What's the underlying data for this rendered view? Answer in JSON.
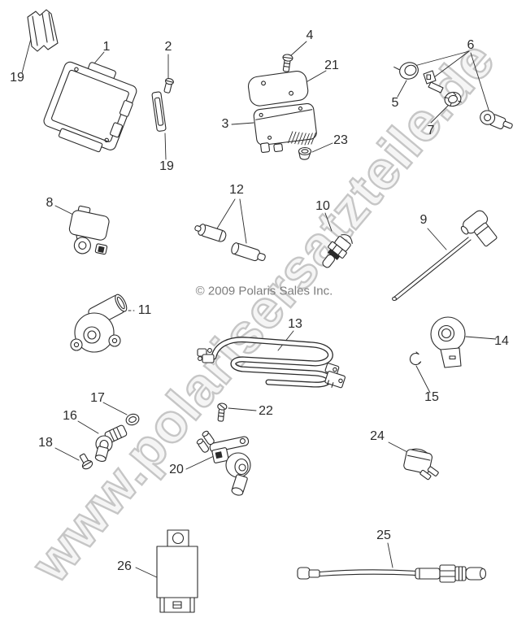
{
  "diagram": {
    "watermark": "www.polarisersatzteile.de",
    "copyright": "© 2009 Polaris Sales Inc.",
    "line_color": "#2b2b2b",
    "watermark_color": "#c6c6c6",
    "background_color": "#ffffff"
  },
  "callouts": [
    {
      "label": "19"
    },
    {
      "label": "1"
    },
    {
      "label": "2"
    },
    {
      "label": "19"
    },
    {
      "label": "4"
    },
    {
      "label": "21"
    },
    {
      "label": "3"
    },
    {
      "label": "23"
    },
    {
      "label": "6"
    },
    {
      "label": "5"
    },
    {
      "label": "7"
    },
    {
      "label": "8"
    },
    {
      "label": "12"
    },
    {
      "label": "10"
    },
    {
      "label": "9"
    },
    {
      "label": "11"
    },
    {
      "label": "13"
    },
    {
      "label": "14"
    },
    {
      "label": "15"
    },
    {
      "label": "17"
    },
    {
      "label": "16"
    },
    {
      "label": "18"
    },
    {
      "label": "22"
    },
    {
      "label": "20"
    },
    {
      "label": "24"
    },
    {
      "label": "26"
    },
    {
      "label": "25"
    }
  ]
}
